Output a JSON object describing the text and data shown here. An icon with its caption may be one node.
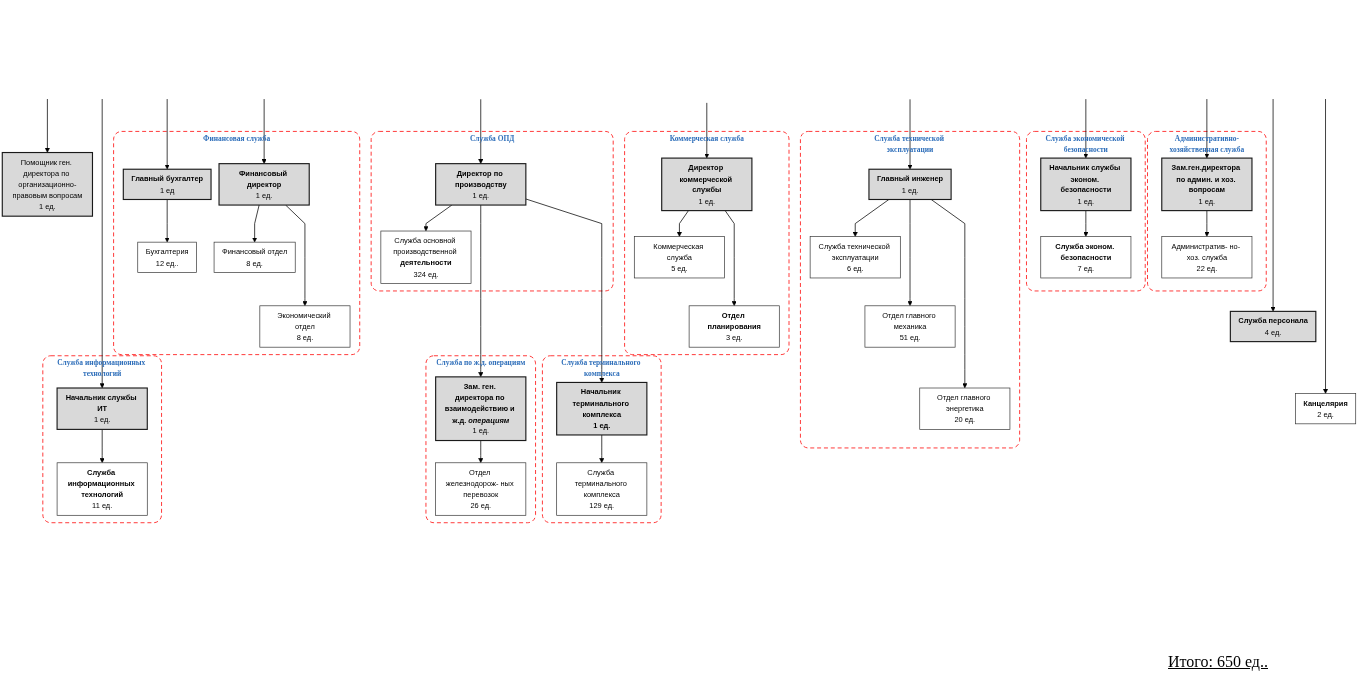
{
  "diagram": {
    "nodes": [
      {
        "text": [
          "Помощник ген. директора по организационно-правовым вопросам",
          "1 ед."
        ]
      },
      {
        "text": [
          "Финансовая служба"
        ]
      },
      {
        "text": [
          "Главный бухгалтер",
          "1 ед"
        ],
        "in": 1
      },
      {
        "text": [
          "Финансовый директор",
          "1 ед."
        ],
        "in": 1
      },
      {
        "text": [
          "Бухгалтерия",
          "12 ед.."
        ],
        "in": 1
      },
      {
        "text": [
          "Финансовый отдел",
          "8 ед."
        ],
        "in": 1
      },
      {
        "text": [
          "Экономический отдел",
          "8 ед."
        ],
        "in": 1
      },
      {
        "text": [
          "Служба ОПД"
        ]
      },
      {
        "text": [
          "Директор по производству",
          "1 ед."
        ],
        "in": 7
      },
      {
        "text": [
          "Служба основной производственной **деятельности**",
          "324 ед."
        ],
        "in": 7
      },
      {
        "text": [
          "Коммерческая служба"
        ]
      },
      {
        "text": [
          "Директор коммерческой службы",
          "1 ед."
        ],
        "in": 10
      },
      {
        "text": [
          "Коммерческая служба",
          "5 ед."
        ],
        "in": 10
      },
      {
        "text": [
          "Отдел планирования",
          "3 ед."
        ],
        "in": 10
      },
      {
        "text": [
          "Служба технической эксплуатации"
        ]
      },
      {
        "text": [
          "Главный инженер",
          "1 ед."
        ],
        "in": 14
      },
      {
        "text": [
          "Служба технической эксплуатации",
          "6 ед."
        ],
        "in": 14
      },
      {
        "text": [
          "Отдел главного механика",
          "51 ед."
        ],
        "in": 14
      },
      {
        "text": [
          "Отдел главного энергетика",
          "20 ед."
        ],
        "in": 14
      },
      {
        "text": [
          "Служба экономической безопасности"
        ]
      },
      {
        "text": [
          "Начальник службы эконом. безопасности",
          "1 ед."
        ],
        "in": 19
      },
      {
        "text": [
          "Служба эконом. безопасности",
          "7 ед."
        ],
        "in": 19
      },
      {
        "text": [
          "Административно-хозяйственная служба"
        ]
      },
      {
        "text": [
          "Зам.ген.директора по админ. и хоз. вопросам",
          "1 ед."
        ],
        "in": 22
      },
      {
        "text": [
          "Административ- но- хоз. служба",
          "22 ед."
        ],
        "in": 22
      },
      {
        "text": [
          "Служба персонала",
          "4 ед."
        ]
      },
      {
        "text": [
          "Канцелярия",
          "2 ед."
        ]
      },
      {
        "text": [
          "Служба по ж.д. операциям"
        ]
      },
      {
        "text": [
          "Зам. ген. директора по взаимодействию и ж.д. *операциям*",
          "1 ед."
        ],
        "in": 27
      },
      {
        "text": [
          "Отдел железнодорож- ных перевозок",
          "26 ед."
        ],
        "in": 27
      },
      {
        "text": [
          "Служба терминального комплекса"
        ]
      },
      {
        "text": [
          "Начальник терминального комплекса",
          "1 ед."
        ],
        "in": 30
      },
      {
        "text": [
          "Служба терминального комплекса",
          "129 ед."
        ],
        "in": 30
      },
      {
        "text": [
          "Служба информационных технологий"
        ]
      },
      {
        "text": [
          "Начальник службы ИТ",
          "1 ед."
        ],
        "in": 33
      },
      {
        "text": [
          "Служба информационных технологий",
          "11 ед."
        ],
        "in": 33
      }
    ],
    "edges": [
      {
        "from": null,
        "to": 0,
        "arrow": "to"
      },
      {
        "from": null,
        "to": 34,
        "arrow": "to"
      },
      {
        "from": null,
        "to": 2,
        "arrow": "to"
      },
      {
        "from": null,
        "to": 3,
        "arrow": "to"
      },
      {
        "from": null,
        "to": 8,
        "arrow": "to"
      },
      {
        "from": null,
        "to": 11,
        "arrow": "to"
      },
      {
        "from": null,
        "to": 15,
        "arrow": "to"
      },
      {
        "from": null,
        "to": 20,
        "arrow": "to"
      },
      {
        "from": null,
        "to": 23,
        "arrow": "to"
      },
      {
        "from": null,
        "to": 25,
        "arrow": "to"
      },
      {
        "from": null,
        "to": 26,
        "arrow": "to"
      },
      {
        "from": 2,
        "to": 4,
        "arrow": "to"
      },
      {
        "from": 3,
        "to": 5,
        "arrow": "to"
      },
      {
        "from": 3,
        "to": 6,
        "arrow": "to"
      },
      {
        "from": 8,
        "to": 9,
        "arrow": "to"
      },
      {
        "from": 8,
        "to": 28,
        "arrow": "to"
      },
      {
        "from": 8,
        "to": 31,
        "arrow": "to"
      },
      {
        "from": 11,
        "to": 12,
        "arrow": "to"
      },
      {
        "from": 11,
        "to": 13,
        "arrow": "to"
      },
      {
        "from": 15,
        "to": 16,
        "arrow": "to"
      },
      {
        "from": 15,
        "to": 17,
        "arrow": "to"
      },
      {
        "from": 15,
        "to": 18,
        "arrow": "to"
      },
      {
        "from": 20,
        "to": 21,
        "arrow": "to"
      },
      {
        "from": 23,
        "to": 24,
        "arrow": "to"
      },
      {
        "from": 28,
        "to": 29,
        "arrow": "to"
      },
      {
        "from": 31,
        "to": 32,
        "arrow": "to"
      },
      {
        "from": 34,
        "to": 35,
        "arrow": "to"
      }
    ],
    "labels": [
      "Итого: 650 ед.."
    ]
  }
}
